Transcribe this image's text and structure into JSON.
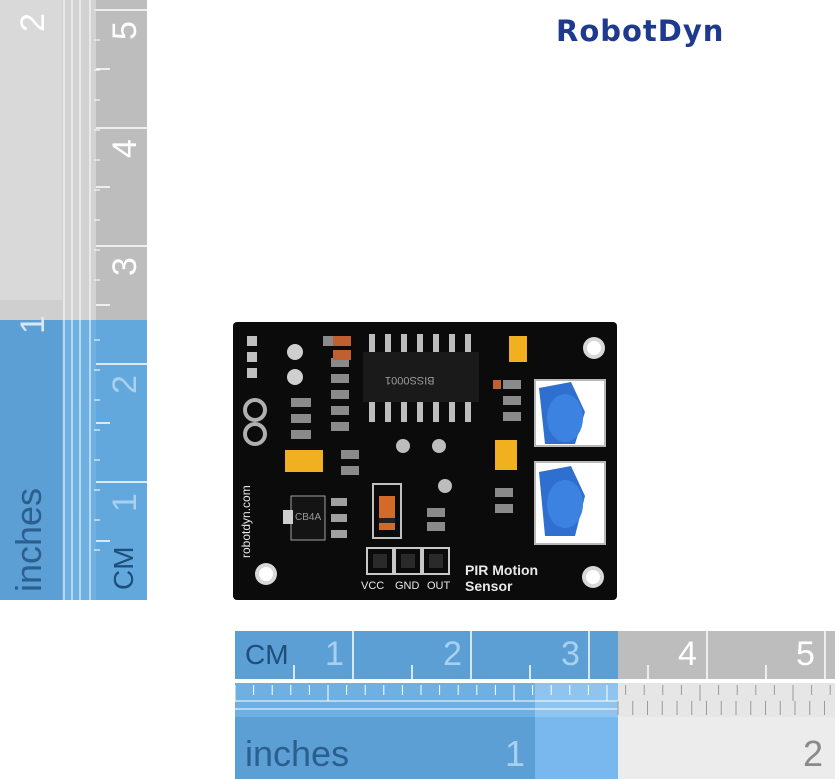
{
  "brand": {
    "logo_text": "RobotDyn"
  },
  "ruler_left": {
    "inches_label": "inches",
    "inch_numbers": [
      "2",
      "1"
    ],
    "cm_label": "CM",
    "cm_numbers": [
      "5",
      "4",
      "3",
      "2",
      "1"
    ]
  },
  "ruler_bottom": {
    "cm_label": "CM",
    "cm_numbers": [
      "1",
      "2",
      "3",
      "4",
      "5"
    ],
    "inches_label": "inches",
    "inch_numbers": [
      "1",
      "2"
    ]
  },
  "board": {
    "title_line1": "PIR Motion",
    "title_line2": "Sensor",
    "pin_labels": [
      "VCC",
      "GND",
      "OUT"
    ],
    "website": "robotdyn.com",
    "chip_marking": "BISS0001",
    "regulator_marking": "CB4A",
    "colors": {
      "pcb": "#0b0b0b",
      "pot": "#2f6fd0",
      "cap": "#f0b020"
    }
  }
}
